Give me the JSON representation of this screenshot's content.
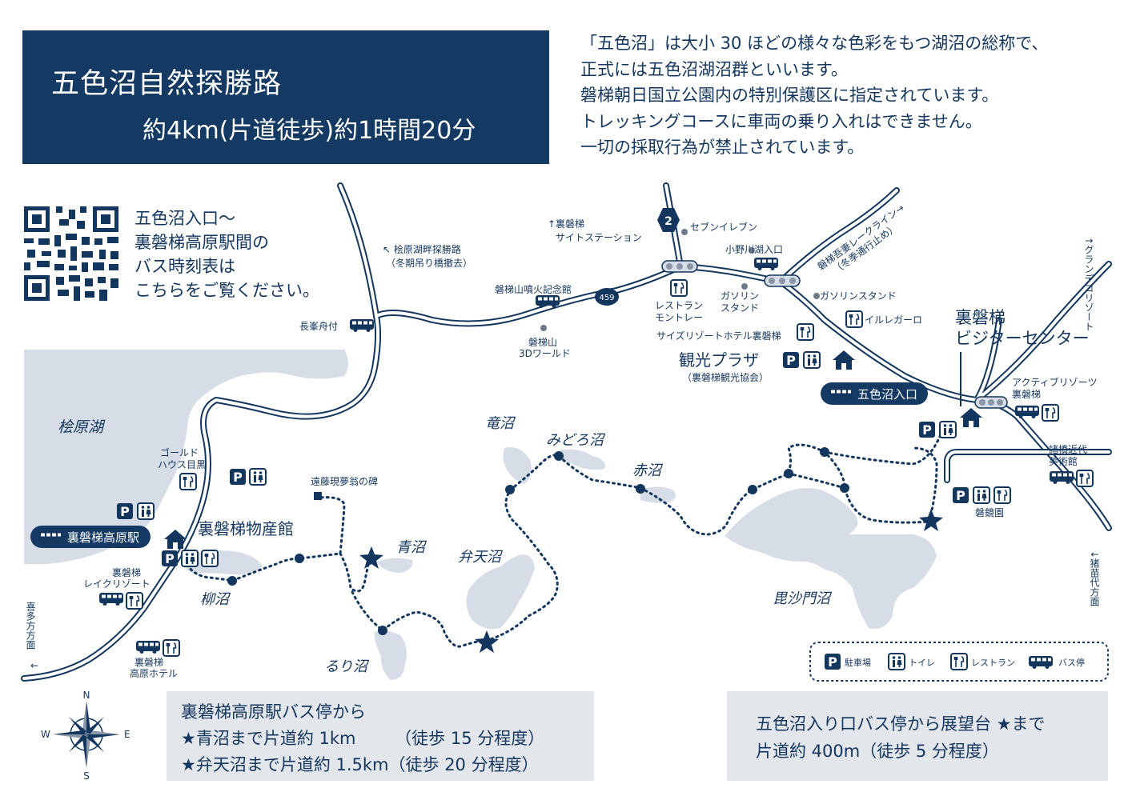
{
  "header": {
    "title": "五色沼自然探勝路",
    "subtitle": "約4km(片道徒歩)約1時間20分"
  },
  "intro_lines": [
    "「五色沼」は大小 30 ほどの様々な色彩をもつ湖沼の総称で、",
    "正式には五色沼湖沼群といいます。",
    "磐梯朝日国立公園内の特別保護区に指定されています。",
    "トレッキングコースに車両の乗り入れはできません。",
    "一切の採取行為が禁止されています。"
  ],
  "qr_note": [
    "五色沼入口～",
    "裏磐梯高原駅間の",
    "バス時刻表は",
    "こちらをご覧ください。"
  ],
  "map": {
    "lakes": {
      "hibara": "桧原湖",
      "yanagi": "柳沼",
      "ao": "青沼",
      "ruri": "るり沼",
      "benten": "弁天沼",
      "ryu": "竜沼",
      "midoro": "みどろ沼",
      "aka": "赤沼",
      "bishamon": "毘沙門沼"
    },
    "places": {
      "goldhouse": "ゴールド\nハウス目黒",
      "bussankan": "裏磐梯物産館",
      "endo": "遠藤現夢翁の碑",
      "lakeresort": "裏磐梯\nレイクリゾート",
      "hotel": "裏磐梯\n高原ホテル",
      "nagamine": "長峯舟付",
      "hibara_trail": "桧原湖畔探勝路\n（冬期吊り橋撤去）",
      "funka": "磐梯山噴火記念館",
      "world": "磐梯山\n3Dワールド",
      "site_station": "↑裏磐梯\nサイトステーション",
      "seven": "セブンイレブン",
      "montre": "レストラン\nモントレー",
      "gas1": "ガソリン\nスタンド",
      "onogawa": "小野川湖入口",
      "gas2": "ガソリンスタンド",
      "illegalo": "イルレガーロ",
      "sizes": "サイズリゾートホテル裏磐梯",
      "kanko_plaza": "観光プラザ",
      "kanko_sub": "（裏磐梯観光協会）",
      "visitor": "裏磐梯\nビジターセンター",
      "active": "アクティブリゾーツ\n裏磐梯",
      "morohashi": "諸橋近代\n美術館",
      "bankyo": "磐鏡園",
      "skyline": "磐梯吾妻レークライン→\n（冬季通行止め）",
      "grandeco": "↑グランデコリゾート",
      "inawashiro": "↓猪苗代方面",
      "kitakata": "喜多方方面"
    },
    "bus_stops": {
      "station": "裏磐梯高原駅",
      "goshiki": "五色沼入口"
    },
    "route_numbers": {
      "r2": "2",
      "r459": "459"
    },
    "compass": {
      "n": "N",
      "s": "S",
      "e": "E",
      "w": "W"
    },
    "legend": {
      "parking": "駐車場",
      "toilet": "トイレ",
      "restaurant": "レストラン",
      "bus": "バス停"
    }
  },
  "info_left": [
    "裏磐梯高原駅バス停から",
    "★青沼まで片道約 1km　　 （徒歩 15 分程度）",
    "★弁天沼まで片道約 1.5km（徒歩 20 分程度）"
  ],
  "info_right": [
    "五色沼入り口バス停から展望台 ★まで",
    "片道約 400m（徒歩 5 分程度）"
  ],
  "colors": {
    "navy": "#143a63",
    "lake": "#d6dde6",
    "box": "#e3e7ec"
  }
}
